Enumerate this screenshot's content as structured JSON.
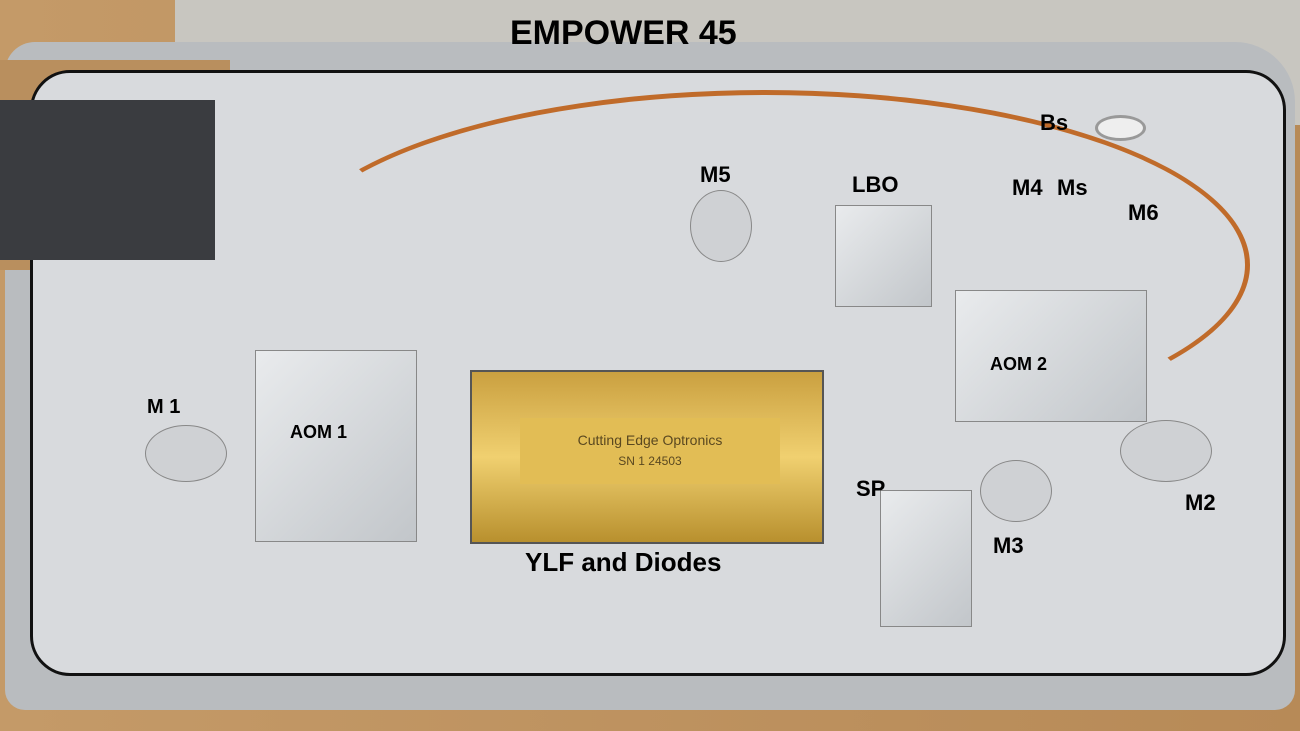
{
  "title": "EMPOWER 45",
  "labels": {
    "bs": "Bs",
    "m5": "M5",
    "lbo": "LBO",
    "m4": "M4",
    "ms": "Ms",
    "m6": "M6",
    "m1": "M 1",
    "aom1": "AOM 1",
    "aom2": "AOM 2",
    "sp": "SP",
    "m2": "M2",
    "m3": "M3",
    "ylf": "YLF and Diodes"
  },
  "plate": {
    "maker": "Cutting Edge Optronics",
    "serial": "SN 1 24503"
  }
}
